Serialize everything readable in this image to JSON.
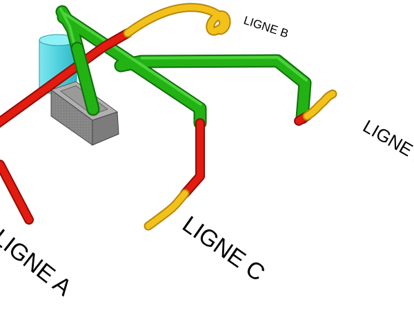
{
  "labels": {
    "ligne_a": "LIGNE A",
    "ligne_b": "LIGNE B",
    "ligne_c": "LIGNE C",
    "ligne_d": "LIGNE D"
  },
  "colors": {
    "green_pipe": "#22b214",
    "red_pipe": "#e41b10",
    "yellow_hose": "#f2c21a",
    "cyan_tank": "#57d6e0",
    "gray_box": "#8e8e8e"
  }
}
